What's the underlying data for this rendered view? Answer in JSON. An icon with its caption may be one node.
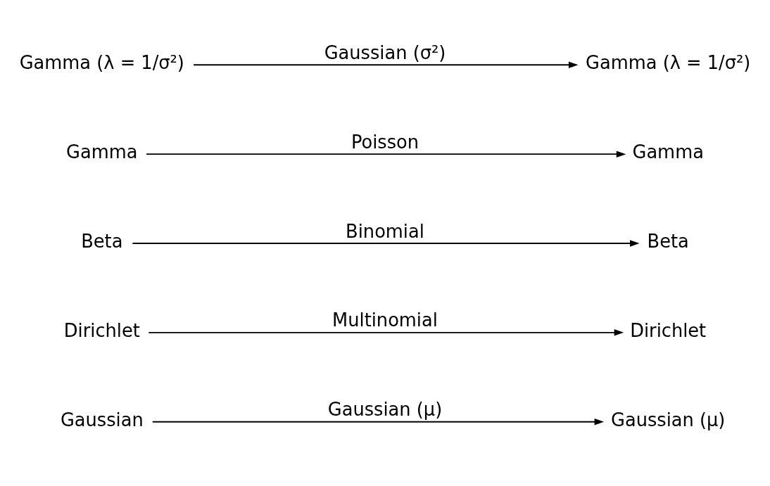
{
  "diagram": {
    "nodes": [
      {
        "text": [
          "Gaussian"
        ]
      },
      {
        "text": [
          "Gaussian (μ)"
        ]
      },
      {
        "text": [
          "Dirichlet"
        ]
      },
      {
        "text": [
          "Dirichlet"
        ]
      },
      {
        "text": [
          "Beta"
        ]
      },
      {
        "text": [
          "Beta"
        ]
      },
      {
        "text": [
          "Gamma"
        ]
      },
      {
        "text": [
          "Gamma"
        ]
      },
      {
        "text": [
          "Gamma (λ = 1/σ²)"
        ]
      },
      {
        "text": [
          "Gamma (λ = 1/σ²)"
        ]
      }
    ],
    "edges": [
      {
        "from": 0,
        "to": 1,
        "arrow": "to",
        "label": "Gaussian (μ)"
      },
      {
        "from": 2,
        "to": 3,
        "arrow": "to",
        "label": "Multinomial"
      },
      {
        "from": 4,
        "to": 5,
        "arrow": "to",
        "label": "Binomial"
      },
      {
        "from": 6,
        "to": 7,
        "arrow": "to",
        "label": "Poisson"
      },
      {
        "from": 8,
        "to": 9,
        "arrow": "to",
        "label": "Gaussian (σ²)"
      }
    ]
  }
}
